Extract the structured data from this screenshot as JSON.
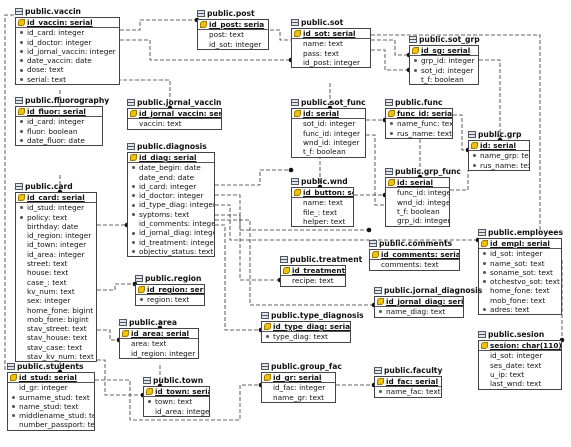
{
  "tables": [
    {
      "id": "vaccin",
      "title": "public.vaccin",
      "pk": [
        {
          "text": "id_vaccin: serial"
        }
      ],
      "fields": [
        {
          "text": "id_card: integer",
          "fk": true
        },
        {
          "text": "id_doctor: integer",
          "fk": true
        },
        {
          "text": "id_jornal_vaccin: integer",
          "fk": true
        },
        {
          "text": "date_vaccin: date",
          "fk": true
        },
        {
          "text": "dose: text",
          "fk": true
        },
        {
          "text": "serial: text",
          "fk": true
        }
      ]
    },
    {
      "id": "post",
      "title": "public.post",
      "pk": [
        {
          "text": "id_post: seria"
        }
      ],
      "fields": [
        {
          "text": "post: text"
        },
        {
          "text": "id_sot: integer"
        }
      ]
    },
    {
      "id": "sot",
      "title": "public.sot",
      "pk": [
        {
          "text": "id_sot: serial"
        }
      ],
      "fields": [
        {
          "text": "name: text"
        },
        {
          "text": "pass: text"
        },
        {
          "text": "id_post: integer"
        }
      ]
    },
    {
      "id": "sot_grp",
      "title": "public.sot_grp",
      "pk": [
        {
          "text": "id_sg: serial"
        }
      ],
      "fields": [
        {
          "text": "grp_id: integer",
          "fk": true
        },
        {
          "text": "sot_id: integer",
          "fk": true
        },
        {
          "text": "t_f: boolean"
        }
      ]
    },
    {
      "id": "fluorography",
      "title": "public.fluorography",
      "pk": [
        {
          "text": "id_fluor: serial"
        }
      ],
      "fields": [
        {
          "text": "id_card: integer",
          "fk": true
        },
        {
          "text": "fluor: boolean",
          "fk": true
        },
        {
          "text": "date_fluor: date",
          "fk": true
        }
      ]
    },
    {
      "id": "jornal_vaccin",
      "title": "public.jornal_vaccin",
      "pk": [
        {
          "text": "id_jornal_vaccin: serial"
        }
      ],
      "fields": [
        {
          "text": "vaccin: text"
        }
      ]
    },
    {
      "id": "sot_func",
      "title": "public.sot_func",
      "pk": [
        {
          "text": "id: serial"
        }
      ],
      "fields": [
        {
          "text": "sot_id: integer"
        },
        {
          "text": "func_id: integer"
        },
        {
          "text": "wnd_id: integer"
        },
        {
          "text": "t_f: boolean"
        }
      ]
    },
    {
      "id": "func",
      "title": "public.func",
      "pk": [
        {
          "text": "func_id: serial"
        }
      ],
      "fields": [
        {
          "text": "name_func: text",
          "fk": true
        },
        {
          "text": "rus_name: text",
          "fk": true
        }
      ]
    },
    {
      "id": "grp",
      "title": "public.grp",
      "pk": [
        {
          "text": "id: serial"
        }
      ],
      "fields": [
        {
          "text": "name_grp: text",
          "fk": true
        },
        {
          "text": "rus_name: text",
          "fk": true
        }
      ]
    },
    {
      "id": "diagnosis",
      "title": "public.diagnosis",
      "pk": [
        {
          "text": "id_diag: serial"
        }
      ],
      "fields": [
        {
          "text": "date_begin: date",
          "fk": true
        },
        {
          "text": "date_end: date"
        },
        {
          "text": "id_card: integer",
          "fk": true
        },
        {
          "text": "id_doctor: integer",
          "fk": true
        },
        {
          "text": "id_type_diag: integer",
          "fk": true
        },
        {
          "text": "syptoms: text",
          "fk": true
        },
        {
          "text": "id_comments: integer"
        },
        {
          "text": "id_jornal_diag: integer",
          "fk": true
        },
        {
          "text": "id_treatment: integer",
          "fk": true
        },
        {
          "text": "objectiv_status: text",
          "fk": true
        }
      ]
    },
    {
      "id": "card",
      "title": "public.card",
      "pk": [
        {
          "text": "id_card: serial"
        }
      ],
      "fields": [
        {
          "text": "id_stud: integer",
          "fk": true
        },
        {
          "text": "policy: text",
          "fk": true
        },
        {
          "text": "birthday: date"
        },
        {
          "text": "id_region: integer"
        },
        {
          "text": "id_town: integer"
        },
        {
          "text": "id_area: integer"
        },
        {
          "text": "street: text"
        },
        {
          "text": "house: text"
        },
        {
          "text": "case_: text"
        },
        {
          "text": "kv_num: text"
        },
        {
          "text": "sex: integer"
        },
        {
          "text": "home_fone: bigint"
        },
        {
          "text": "mob_fone: bigint"
        },
        {
          "text": "stav_street: text"
        },
        {
          "text": "stav_house: text"
        },
        {
          "text": "stav_case: text"
        },
        {
          "text": "stav_kv_num: text"
        }
      ]
    },
    {
      "id": "wnd",
      "title": "public.wnd",
      "pk": [
        {
          "text": "id_button: seria"
        }
      ],
      "fields": [
        {
          "text": "name: text"
        },
        {
          "text": "file_: text"
        },
        {
          "text": "helper: text"
        }
      ]
    },
    {
      "id": "grp_func",
      "title": "public.grp_func",
      "pk": [
        {
          "text": "id: serial"
        }
      ],
      "fields": [
        {
          "text": "func_id: integer"
        },
        {
          "text": "wnd_id: integer"
        },
        {
          "text": "t_f: boolean"
        },
        {
          "text": "grp_id: integer"
        }
      ]
    },
    {
      "id": "comments",
      "title": "public.comments",
      "pk": [
        {
          "text": "id_comments: seria"
        }
      ],
      "fields": [
        {
          "text": "comments: text"
        }
      ]
    },
    {
      "id": "employees",
      "title": "public.employees",
      "pk": [
        {
          "text": "id_empl: serial"
        }
      ],
      "fields": [
        {
          "text": "id_sot: integer",
          "fk": true
        },
        {
          "text": "name_sot: text",
          "fk": true
        },
        {
          "text": "soname_sot: text",
          "fk": true
        },
        {
          "text": "otchestvo_sot: text",
          "fk": true
        },
        {
          "text": "home_fone: text"
        },
        {
          "text": "mob_fone: text"
        },
        {
          "text": "adres: text",
          "fk": true
        }
      ]
    },
    {
      "id": "treatment",
      "title": "public.treatment",
      "pk": [
        {
          "text": "id_treatment: seria"
        }
      ],
      "fields": [
        {
          "text": "recipe: text"
        }
      ]
    },
    {
      "id": "region",
      "title": "public.region",
      "pk": [
        {
          "text": "id_region: seria"
        }
      ],
      "fields": [
        {
          "text": "region: text",
          "fk": true
        }
      ]
    },
    {
      "id": "jornal_diagnosis",
      "title": "public.jornal_diagnosis",
      "pk": [
        {
          "text": "id_jornal_diag: serial"
        }
      ],
      "fields": [
        {
          "text": "name_diag: text",
          "fk": true
        }
      ]
    },
    {
      "id": "area",
      "title": "public.area",
      "pk": [
        {
          "text": "id_area: serial"
        }
      ],
      "fields": [
        {
          "text": "area: text"
        },
        {
          "text": "id_region: integer"
        }
      ]
    },
    {
      "id": "type_diagnosis",
      "title": "public.type_diagnosis",
      "pk": [
        {
          "text": "id_type_diag: serial"
        }
      ],
      "fields": [
        {
          "text": "type_diag: text",
          "fk": true
        }
      ]
    },
    {
      "id": "sesion",
      "title": "public.sesion",
      "pk": [
        {
          "text": "sesion: char(110)"
        }
      ],
      "fields": [
        {
          "text": "id_sot: integer"
        },
        {
          "text": "ses_date: text"
        },
        {
          "text": "u_ip: text"
        },
        {
          "text": "last_wnd: text"
        }
      ]
    },
    {
      "id": "students",
      "title": "public.students",
      "pk": [
        {
          "text": "id_stud: serial"
        }
      ],
      "fields": [
        {
          "text": "id_gr: integer"
        },
        {
          "text": "surname_stud: text",
          "fk": true
        },
        {
          "text": "name_stud: text",
          "fk": true
        },
        {
          "text": "middlename_stud: text",
          "fk": true
        },
        {
          "text": "number_passport: text"
        }
      ]
    },
    {
      "id": "town",
      "title": "public.town",
      "pk": [
        {
          "text": "id_town: serial"
        }
      ],
      "fields": [
        {
          "text": "town: text",
          "fk": true
        },
        {
          "text": "id_area: integer"
        }
      ]
    },
    {
      "id": "group_fac",
      "title": "public.group_fac",
      "pk": [
        {
          "text": "id_gr: serial"
        }
      ],
      "fields": [
        {
          "text": "id_fac: integer"
        },
        {
          "text": "name_gr: text"
        }
      ]
    },
    {
      "id": "faculty",
      "title": "public.faculty",
      "pk": [
        {
          "text": "id_fac: serial"
        }
      ],
      "fields": [
        {
          "text": "name_fac: text",
          "fk": true
        }
      ]
    }
  ]
}
